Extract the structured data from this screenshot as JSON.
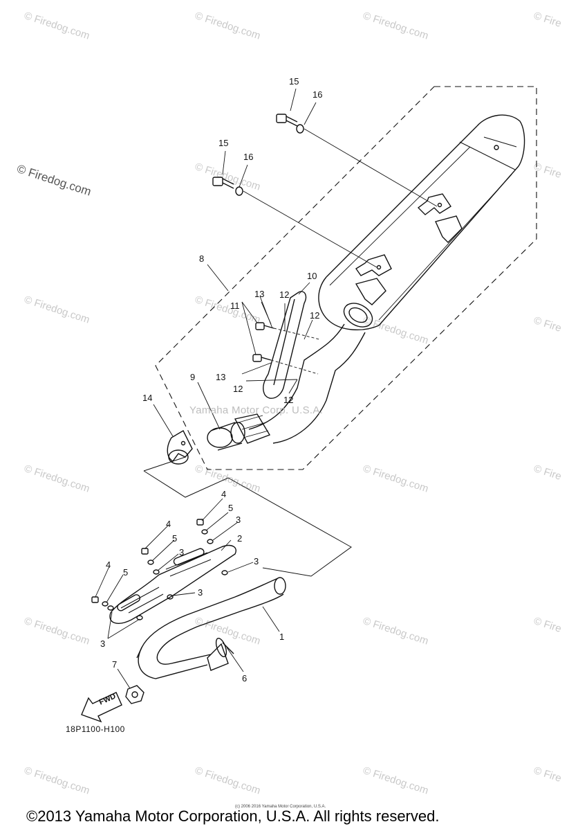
{
  "watermark": {
    "text": "© Firedog.com",
    "text_short": "© Fire",
    "logo_text": "© Firedog.com"
  },
  "center_watermark": "Yamaha Motor Corp. U.S.A.",
  "diagram_code": "18P1100-H100",
  "fwd_label": "FWD",
  "tiny_copyright": "(c) 2006 2016 Yamaha Motor Corporation, U.S.A.",
  "copyright": "©2013 Yamaha Motor Corporation, U.S.A. All rights reserved.",
  "callouts": [
    "15",
    "16",
    "15",
    "16",
    "8",
    "10",
    "13",
    "12",
    "11",
    "12",
    "13",
    "12",
    "12",
    "9",
    "14",
    "4",
    "5",
    "3",
    "4",
    "5",
    "3",
    "2",
    "3",
    "4",
    "5",
    "3",
    "3",
    "1",
    "7",
    "6"
  ],
  "parts": {
    "muffler": "8",
    "muffler_body": "9",
    "gasket_ring": "9",
    "clamp": "14",
    "exhaust_pipe": "1",
    "protector": "2"
  }
}
